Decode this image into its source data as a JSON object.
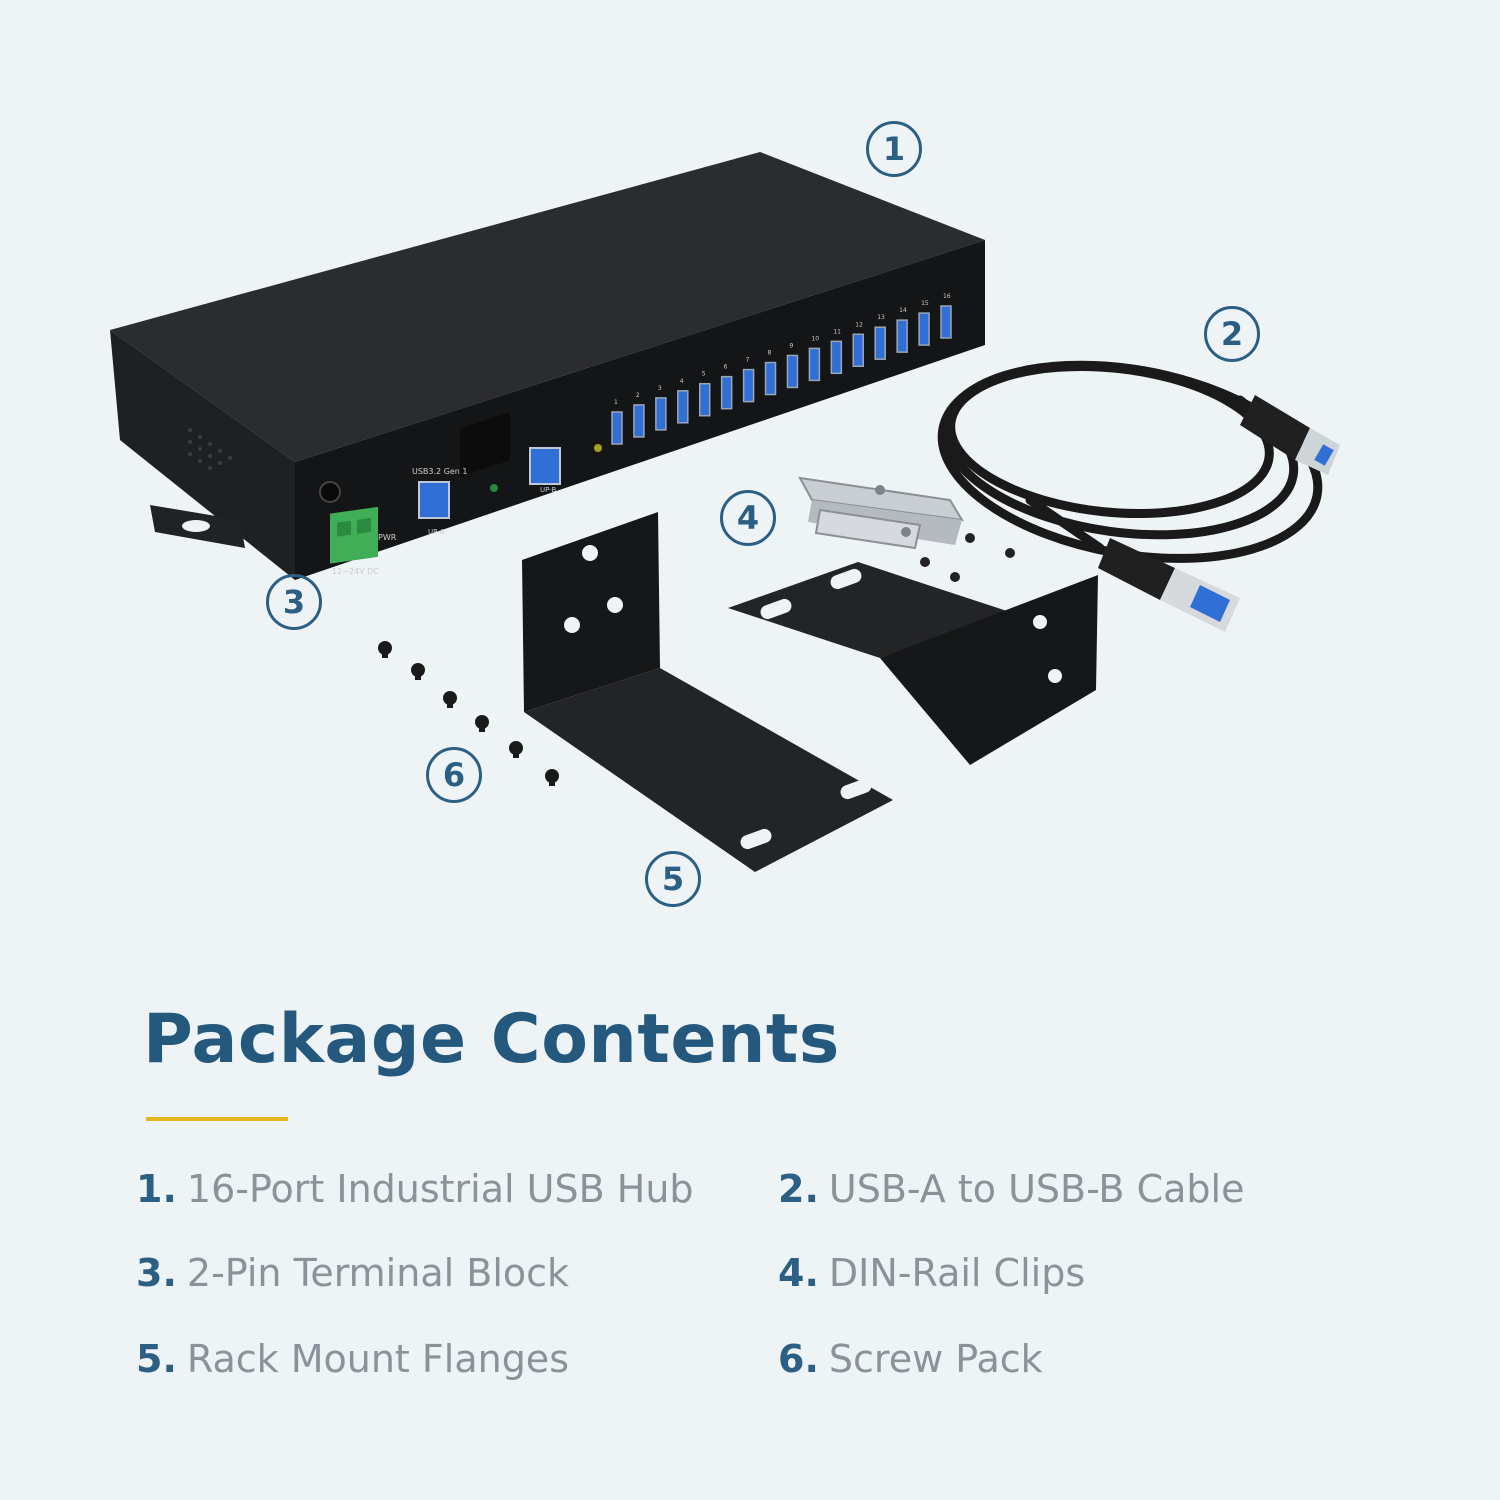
{
  "callouts": [
    "1",
    "2",
    "3",
    "4",
    "5",
    "6"
  ],
  "hub": {
    "port_numbers": [
      "1",
      "2",
      "3",
      "4",
      "5",
      "6",
      "7",
      "8",
      "9",
      "10",
      "11",
      "12",
      "13",
      "14",
      "15",
      "16"
    ],
    "usb_label": "USB3.2 Gen 1",
    "up_a_label": "UP-A",
    "up_b_label": "UP-B",
    "power_label": "12~24V DC",
    "pwr_label": "PWR"
  },
  "title": "Package Contents",
  "items": [
    {
      "num": "1.",
      "label": "16-Port Industrial USB Hub"
    },
    {
      "num": "2.",
      "label": "USB-A to USB-B Cable"
    },
    {
      "num": "3.",
      "label": "2-Pin Terminal Block"
    },
    {
      "num": "4.",
      "label": "DIN-Rail Clips"
    },
    {
      "num": "5.",
      "label": "Rack Mount Flanges"
    },
    {
      "num": "6.",
      "label": "Screw Pack"
    }
  ],
  "colors": {
    "background": "#eef3f6",
    "accent_blue": "#2c5f84",
    "accent_yellow": "#e6b51c",
    "usb_blue": "#2f6fd6",
    "terminal_green": "#3fae56"
  }
}
